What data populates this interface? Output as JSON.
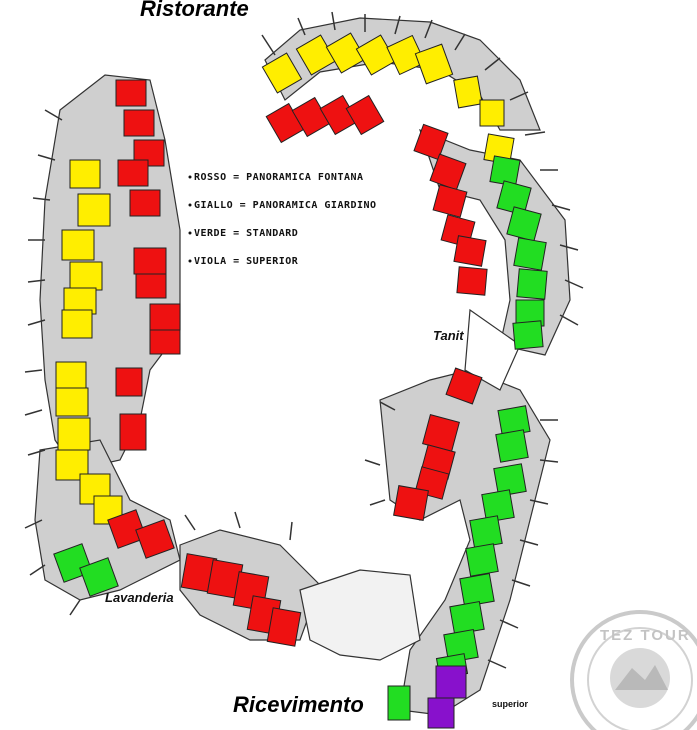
{
  "labels": {
    "ristorante": "Ristorante",
    "ricevimento": "Ricevimento",
    "lavanderia": "Lavanderia",
    "tanit": "Tanit",
    "superior": "superior"
  },
  "legend": [
    {
      "text": "ROSSO = PANORAMICA FONTANA",
      "color": "#ee1111"
    },
    {
      "text": "GIALLO = PANORAMICA GIARDINO",
      "color": "#ffee00"
    },
    {
      "text": "VERDE = STANDARD",
      "color": "#22dd22"
    },
    {
      "text": "VIOLA = SUPERIOR",
      "color": "#8811cc"
    }
  ],
  "watermark": {
    "text": "TEZ TOUR",
    "color": "#b5b5b5"
  },
  "colors": {
    "rosso": "#ee1111",
    "giallo": "#ffee00",
    "verde": "#22dd22",
    "viola": "#8811cc",
    "corridor": "#cfcfcf",
    "outline": "#333333"
  }
}
